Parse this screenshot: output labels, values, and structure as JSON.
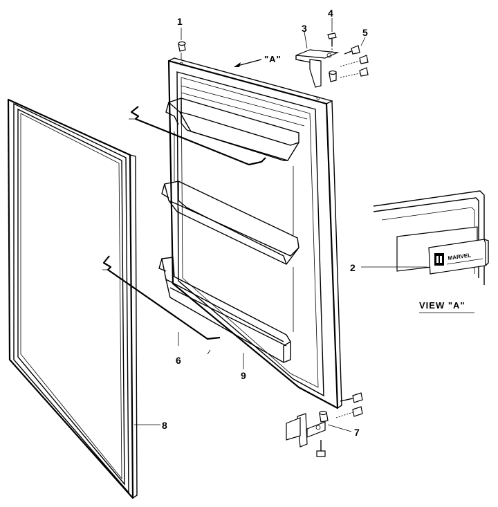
{
  "callouts": {
    "c1": "1",
    "c2": "2",
    "c3": "3",
    "c4": "4",
    "c5": "5",
    "c6": "6",
    "c7": "7",
    "c8": "8",
    "c9": "9"
  },
  "view_marker": "\"A\"",
  "view_label": "VIEW  \"A\"",
  "logo_text": "MARVEL"
}
